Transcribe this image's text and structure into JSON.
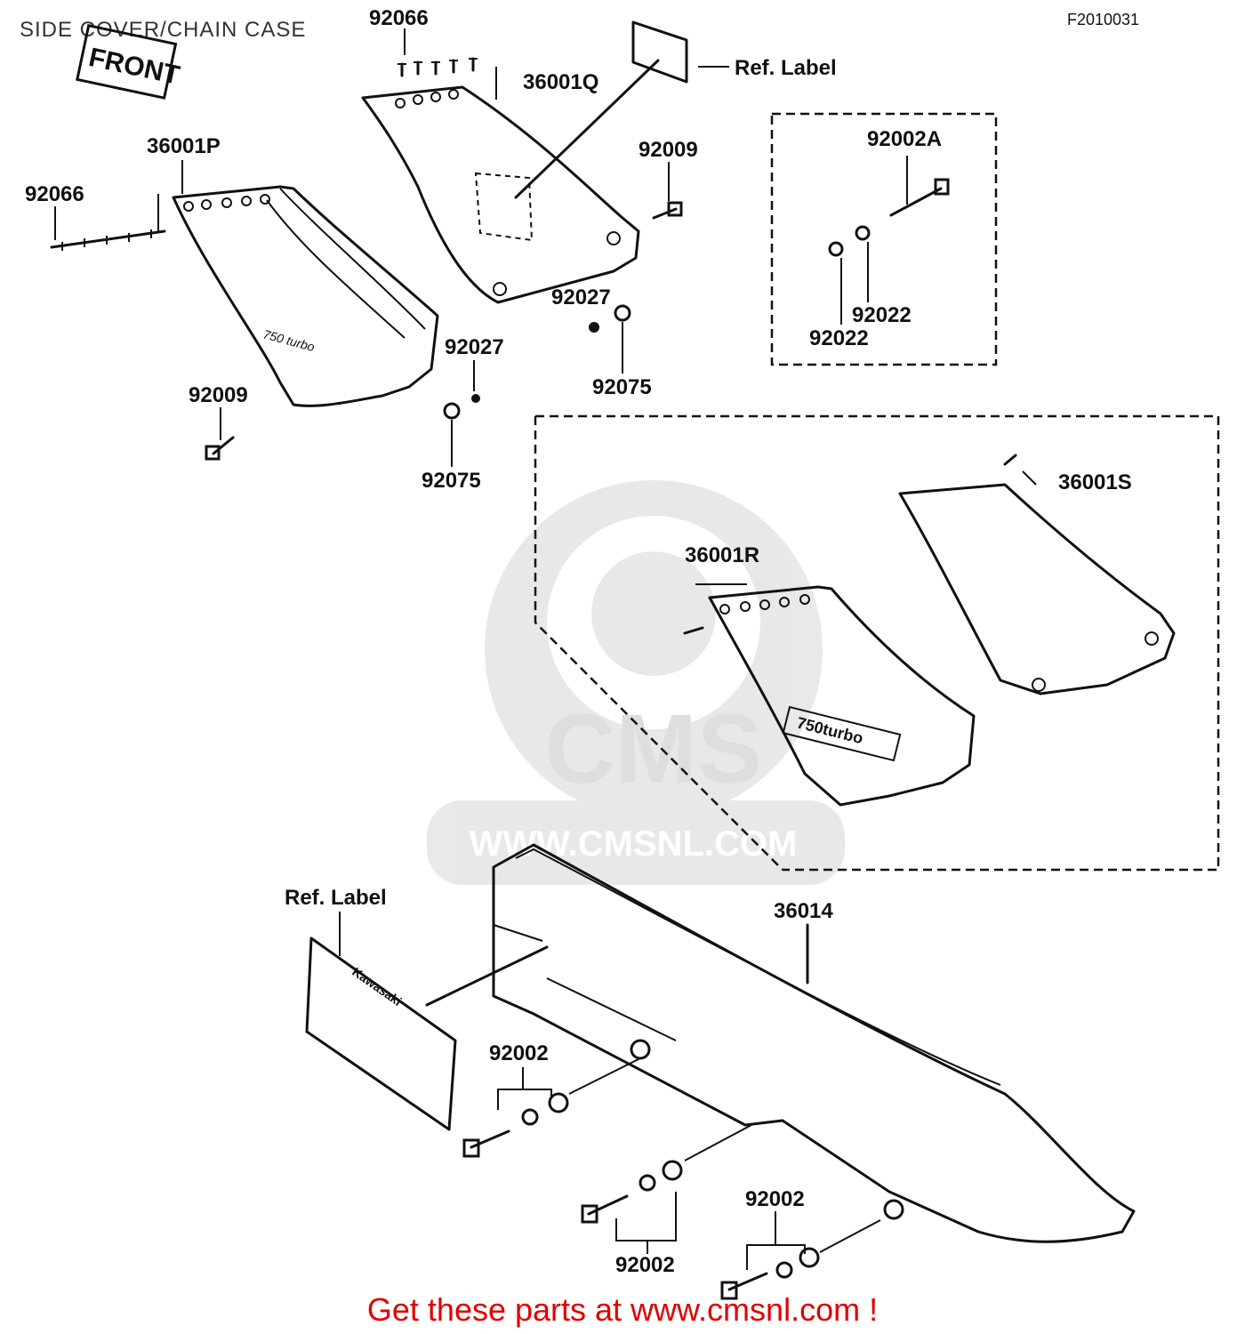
{
  "diagram": {
    "title": "SIDE COVER/CHAIN CASE",
    "drawing_code": "F2010031",
    "front_marker": "FRONT",
    "watermark": {
      "brand": "CMS",
      "url": "WWW.CMSNL.COM"
    },
    "footer": "Get these parts at www.cmsnl.com !",
    "footer_color": "#e00000",
    "parts": [
      {
        "id": "p-92066-top",
        "label": "92066"
      },
      {
        "id": "p-36001Q",
        "label": "36001Q"
      },
      {
        "id": "p-ref-label-top",
        "label": "Ref. Label"
      },
      {
        "id": "p-36001P",
        "label": "36001P"
      },
      {
        "id": "p-92066-left",
        "label": "92066"
      },
      {
        "id": "p-92009-top",
        "label": "92009"
      },
      {
        "id": "p-92002A",
        "label": "92002A"
      },
      {
        "id": "p-92027-mid",
        "label": "92027"
      },
      {
        "id": "p-92022-right",
        "label": "92022"
      },
      {
        "id": "p-92022-left",
        "label": "92022"
      },
      {
        "id": "p-92027-left",
        "label": "92027"
      },
      {
        "id": "p-92075-mid",
        "label": "92075"
      },
      {
        "id": "p-92009-left",
        "label": "92009"
      },
      {
        "id": "p-92075-left",
        "label": "92075"
      },
      {
        "id": "p-36001S",
        "label": "36001S"
      },
      {
        "id": "p-36001R",
        "label": "36001R"
      },
      {
        "id": "p-ref-label-bottom",
        "label": "Ref. Label"
      },
      {
        "id": "p-36014",
        "label": "36014"
      },
      {
        "id": "p-92002-a",
        "label": "92002"
      },
      {
        "id": "p-92002-b",
        "label": "92002"
      },
      {
        "id": "p-92002-c",
        "label": "92002"
      }
    ]
  }
}
